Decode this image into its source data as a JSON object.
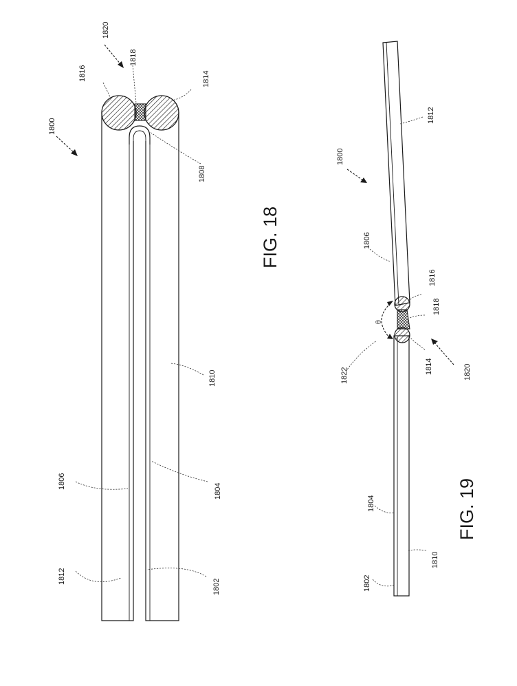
{
  "figures": {
    "fig18": "FIG. 18",
    "fig19": "FIG. 19"
  },
  "fig18_refs": {
    "r1800": "1800",
    "r1820": "1820",
    "r1816": "1816",
    "r1818": "1818",
    "r1814": "1814",
    "r1808": "1808",
    "r1810": "1810",
    "r1804": "1804",
    "r1806": "1806",
    "r1812": "1812",
    "r1802": "1802"
  },
  "fig19_refs": {
    "r1800": "1800",
    "r1812": "1812",
    "r1806": "1806",
    "r1816": "1816",
    "r1818": "1818",
    "r1814": "1814",
    "r1820": "1820",
    "r1822": "1822",
    "theta": "θ",
    "r1804": "1804",
    "r1802": "1802",
    "r1810": "1810"
  }
}
